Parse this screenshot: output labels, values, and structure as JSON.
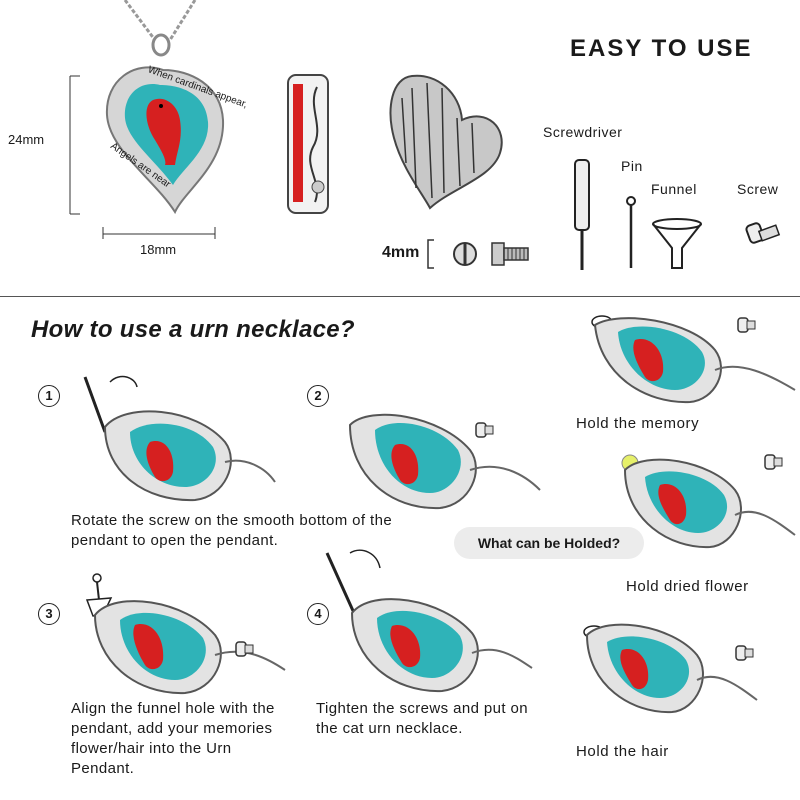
{
  "header": {
    "title": "EASY TO USE",
    "dim_height": "24mm",
    "dim_width": "18mm",
    "dim_thickness": "4mm"
  },
  "pendant_text": {
    "top": "When cardinals appear,",
    "bottom": "Angels are near"
  },
  "tools": [
    {
      "label": "Screwdriver",
      "icon": "screwdriver-icon"
    },
    {
      "label": "Pin",
      "icon": "pin-icon"
    },
    {
      "label": "Funnel",
      "icon": "funnel-icon"
    },
    {
      "label": "Screw",
      "icon": "screw-icon"
    }
  ],
  "howto": {
    "title": "How to use a urn necklace?",
    "steps": [
      {
        "num": "1",
        "text": "Rotate the screw on the smooth bottom of the pendant to open the pendant."
      },
      {
        "num": "2",
        "text": ""
      },
      {
        "num": "3",
        "text": "Align the funnel hole with the pendant, add your memories flower/hair into the Urn Pendant."
      },
      {
        "num": "4",
        "text": "Tighten the screws and put on the cat urn necklace."
      }
    ]
  },
  "holds": {
    "question": "What can be Holded?",
    "items": [
      "Hold the memory",
      "Hold dried flower",
      "Hold the hair"
    ]
  },
  "colors": {
    "cardinal_red": "#d62020",
    "teal": "#2fb3b8",
    "silver": "#bdbdbd"
  }
}
